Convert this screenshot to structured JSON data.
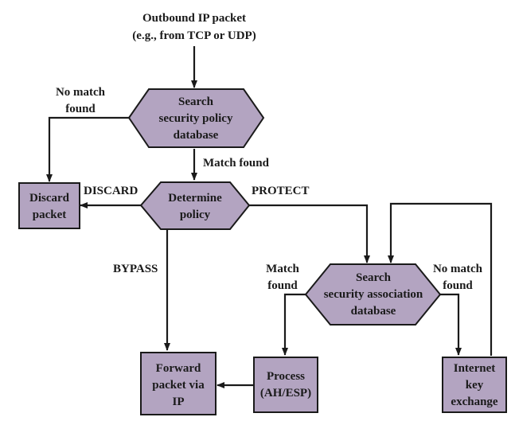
{
  "diagram": {
    "shape_fill": "#b3a4c1",
    "stroke_color": "#1a1a1a",
    "input": {
      "line1": "Outbound IP packet",
      "line2": "(e.g., from TCP or UDP)"
    },
    "spd": {
      "line1": "Search",
      "line2": "security policy",
      "line3": "database"
    },
    "policy": {
      "line1": "Determine",
      "line2": "policy"
    },
    "sad": {
      "line1": "Search",
      "line2": "security association",
      "line3": "database"
    },
    "discard": {
      "line1": "Discard",
      "line2": "packet"
    },
    "forward": {
      "line1": "Forward",
      "line2": "packet via",
      "line3": "IP"
    },
    "process": {
      "line1": "Process",
      "line2": "(AH/ESP)"
    },
    "ike": {
      "line1": "Internet",
      "line2": "key",
      "line3": "exchange"
    },
    "edges": {
      "spd_no_match": {
        "line1": "No match",
        "line2": "found"
      },
      "spd_match": "Match found",
      "discard": "DISCARD",
      "protect": "PROTECT",
      "bypass": "BYPASS",
      "sad_match": {
        "line1": "Match",
        "line2": "found"
      },
      "sad_no_match": {
        "line1": "No match",
        "line2": "found"
      }
    }
  }
}
